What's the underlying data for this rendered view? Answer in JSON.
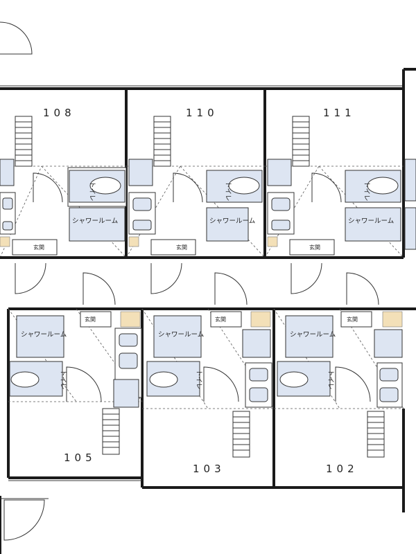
{
  "units": {
    "upper": [
      {
        "number": "108"
      },
      {
        "number": "110"
      },
      {
        "number": "111"
      }
    ],
    "lower": [
      {
        "number": "105"
      },
      {
        "number": "103"
      },
      {
        "number": "102"
      }
    ]
  },
  "labels": {
    "toilet": "トイレ",
    "shower": "シャワールーム",
    "entrance": "玄関"
  }
}
